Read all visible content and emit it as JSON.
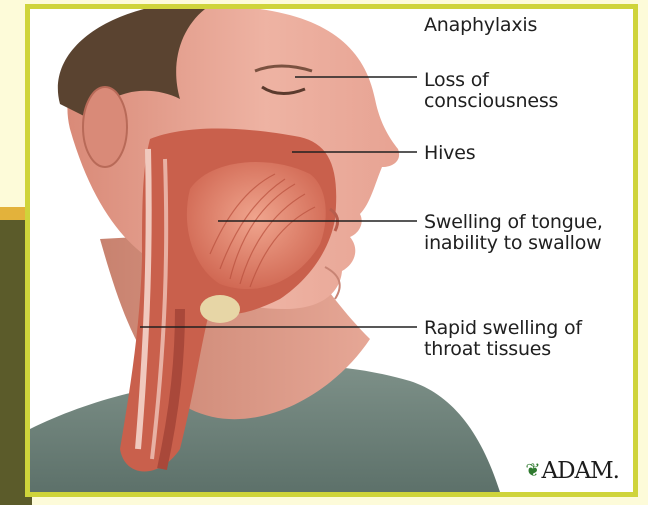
{
  "diagram": {
    "title": "Anaphylaxis",
    "labels": [
      {
        "id": "loss-of-consciousness",
        "text": "Loss of\nconsciousness"
      },
      {
        "id": "hives",
        "text": "Hives"
      },
      {
        "id": "tongue-swelling",
        "text": "Swelling of tongue,\ninability to swallow"
      },
      {
        "id": "throat-swelling",
        "text": "Rapid swelling of\nthroat tissues"
      }
    ],
    "brand": "ADAM.",
    "brand_icon": "leaf-logo-icon"
  },
  "colors": {
    "frame": "#cfd43a",
    "background": "#fdfbd9",
    "skin": "#e8a79a",
    "tissue": "#d9735f",
    "shirt": "#6f857c",
    "hair": "#5a4330",
    "side_band": "#5b5b2a",
    "side_accent": "#e3b23b"
  }
}
